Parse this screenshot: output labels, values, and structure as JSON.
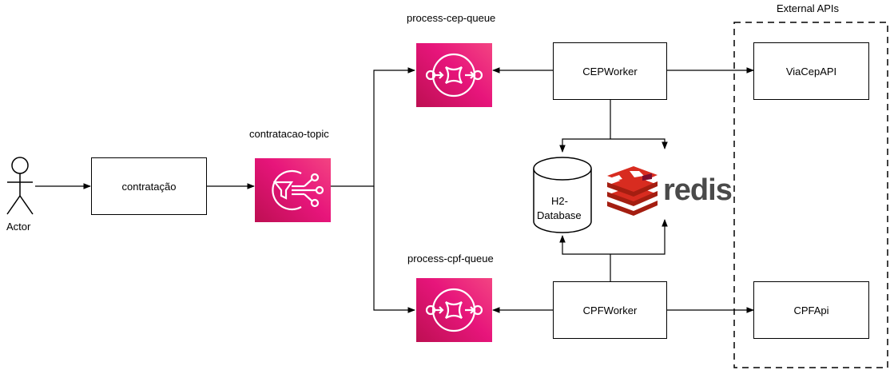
{
  "actor": {
    "label": "Actor"
  },
  "nodes": {
    "contratacao": "contratação",
    "topic": "contratacao-topic",
    "cep_queue": "process-cep-queue",
    "cpf_queue": "process-cpf-queue",
    "cep_worker": "CEPWorker",
    "cpf_worker": "CPFWorker",
    "database_line1": "H2-",
    "database_line2": "Database",
    "redis": "redis",
    "via_cep_api": "ViaCepAPI",
    "cpf_api": "CPFApi"
  },
  "group": {
    "label": "External APIs"
  },
  "colors": {
    "aws_pink": "#e7157b",
    "redis_red": "#d82c20",
    "redis_text": "#4a4a4a"
  }
}
